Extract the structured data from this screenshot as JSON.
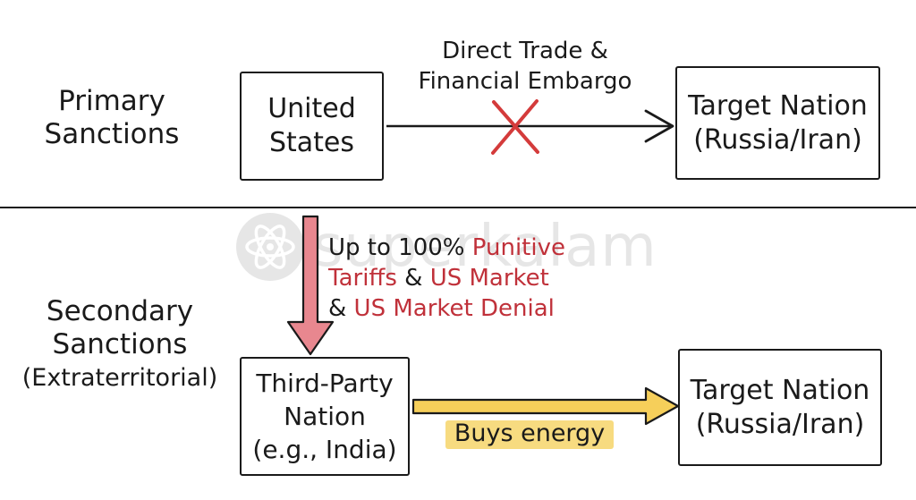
{
  "sections": {
    "primary_label": [
      "Primary",
      "Sanctions"
    ],
    "secondary_label": [
      "Secondary",
      "Sanctions",
      "(Extraterritorial)"
    ]
  },
  "primary_flow": {
    "source_box": [
      "United",
      "States"
    ],
    "arrow_label": [
      "Direct Trade &",
      "Financial Embargo"
    ],
    "target_box": [
      "Target Nation",
      "(Russia/Iran)"
    ]
  },
  "secondary_flow": {
    "penalty_label": {
      "line1_prefix": "Up to 100% ",
      "line1_red": "Punitive",
      "line2_red1": "Tariffs",
      "line2_mid": " & ",
      "line2_red2": "US Market",
      "line3_prefix": "& ",
      "line3_red": "US Market Denial"
    },
    "source_box": [
      "Third-Party",
      "Nation",
      "(e.g., India)"
    ],
    "arrow_label": "Buys energy",
    "target_box": [
      "Target Nation",
      "(Russia/Iran)"
    ]
  },
  "watermark": {
    "text": "superkalam",
    "icon": "atom-icon"
  },
  "colors": {
    "ink": "#1a1a1a",
    "cross": "#d43b3b",
    "penalty_arrow": "#e8878f",
    "energy_arrow": "#f6cf5a",
    "red_text": "#c0313a"
  }
}
